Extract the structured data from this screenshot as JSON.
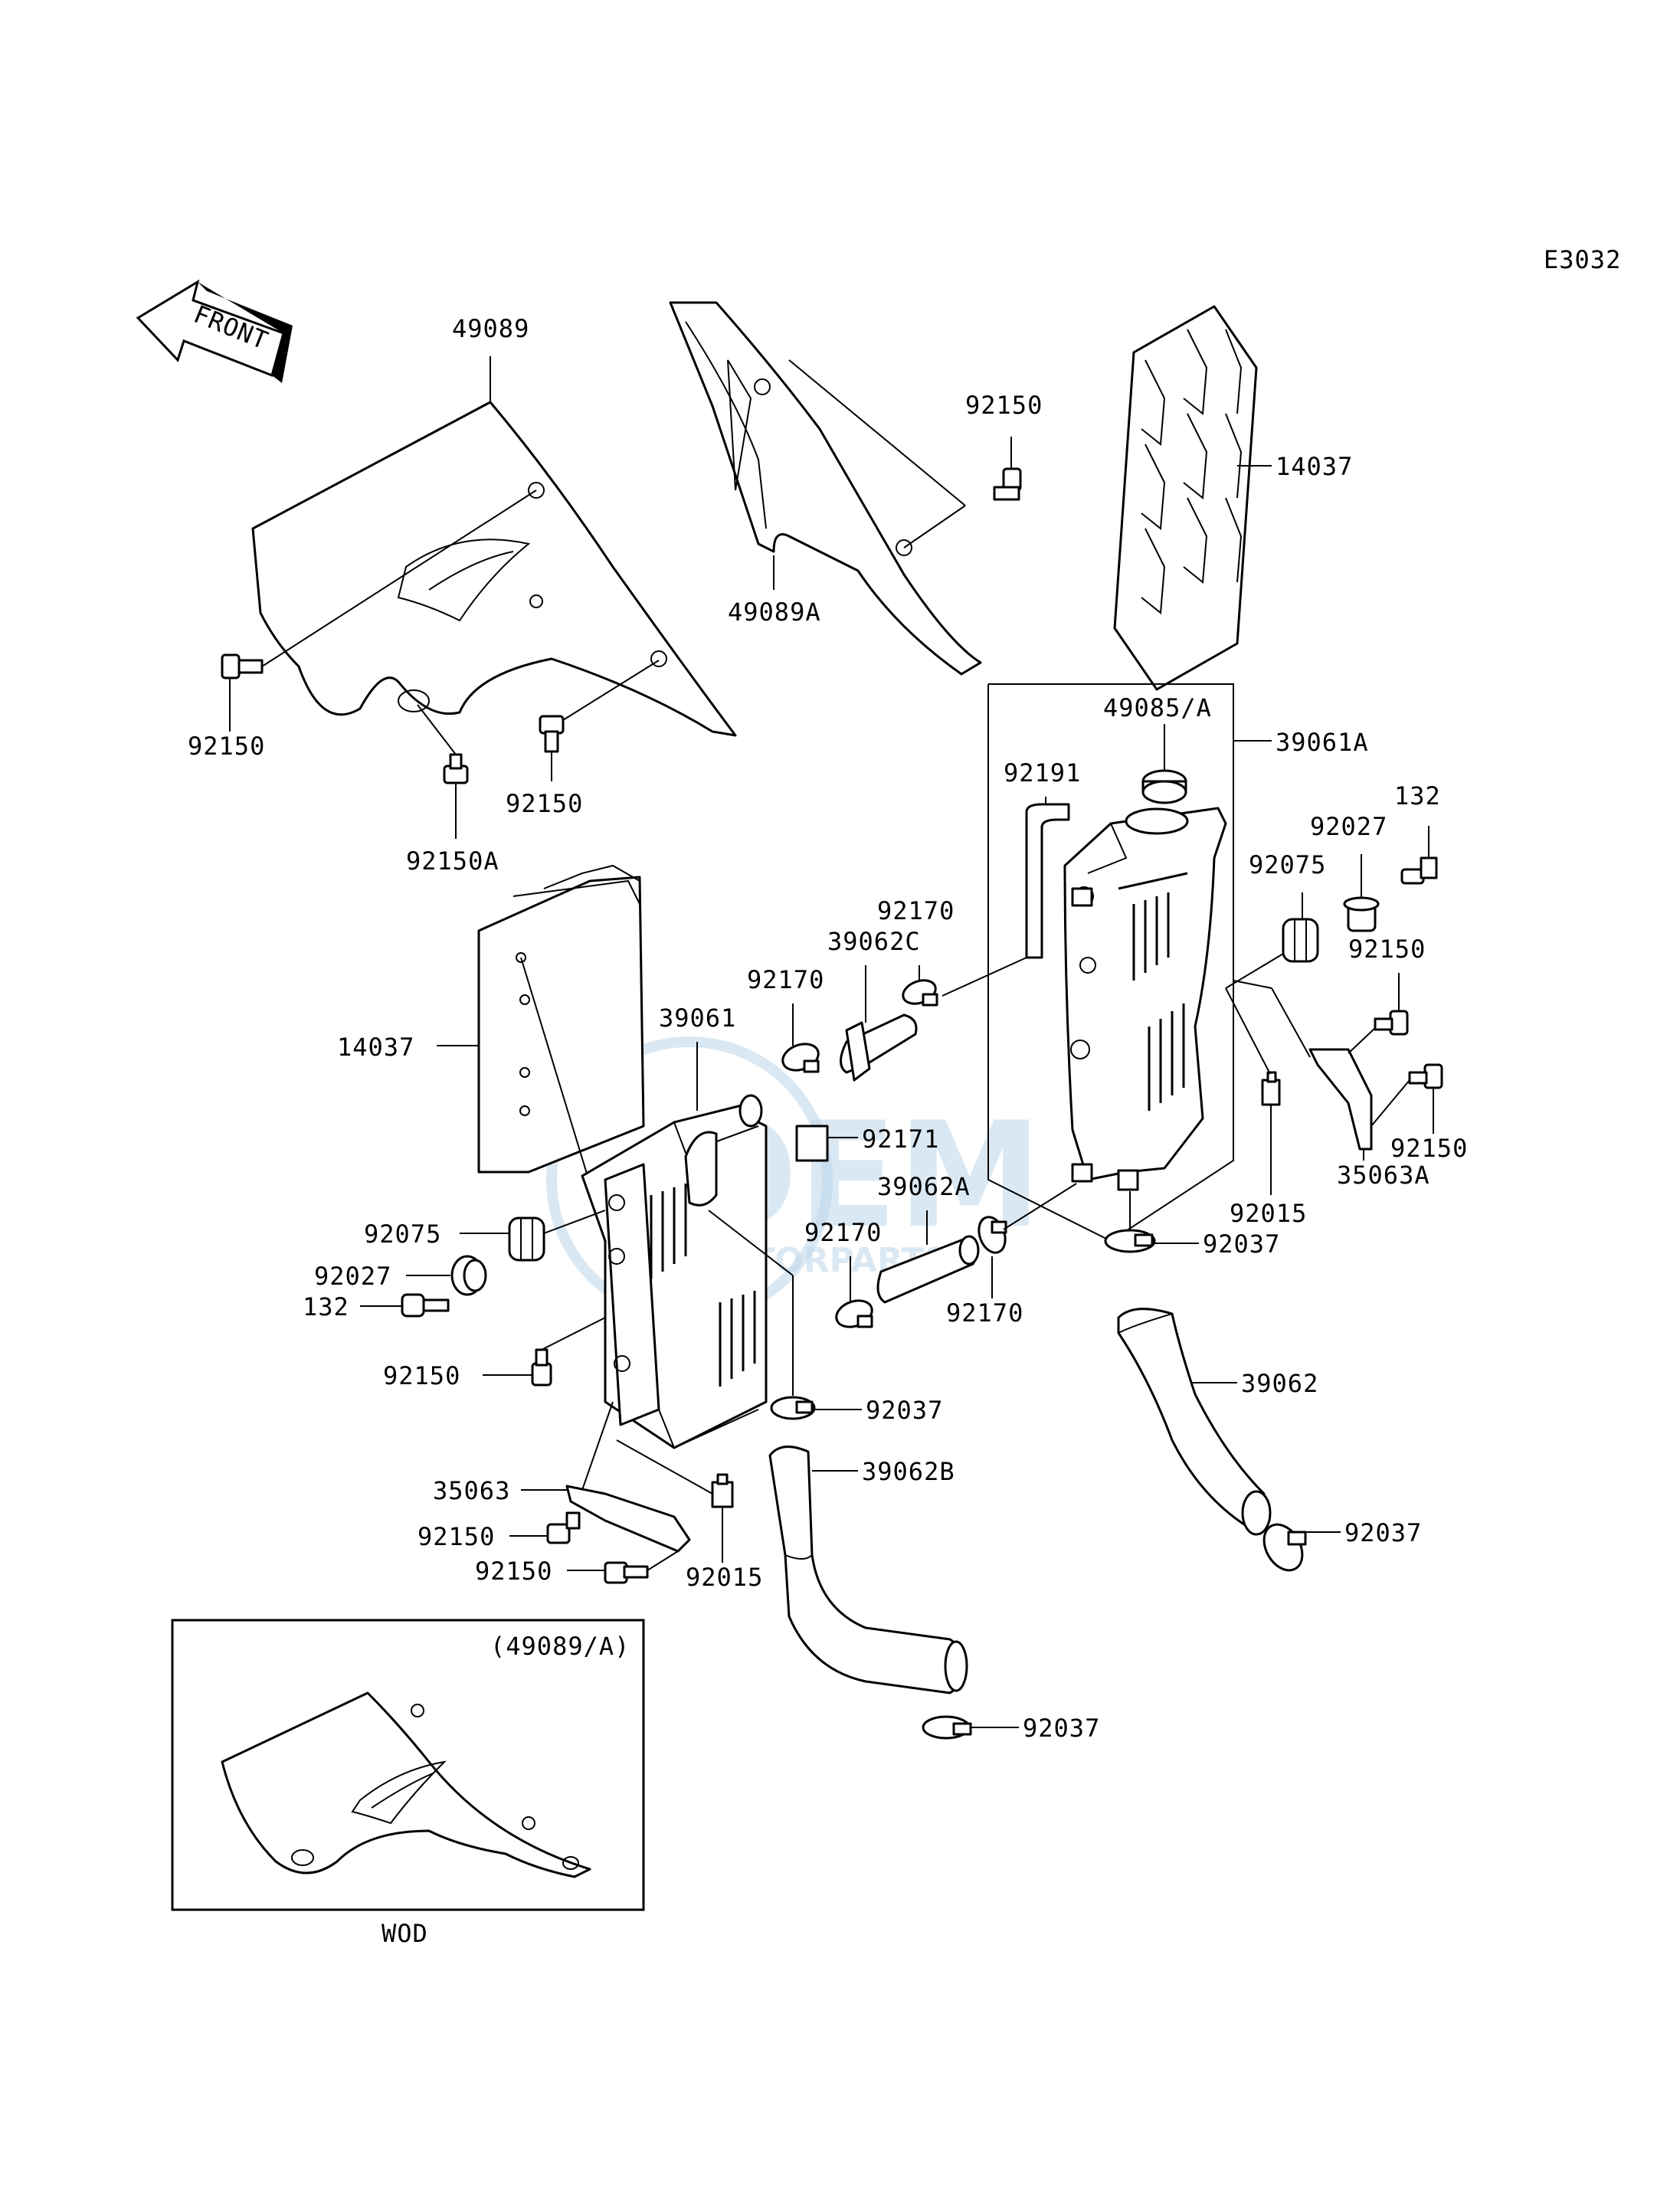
{
  "diagram_code": "E3032",
  "front_arrow_label": "FRONT",
  "watermark": {
    "brand": "OEM",
    "sub": "MOTORPARTS"
  },
  "inset": {
    "header": "(49089/A)",
    "caption": "WOD"
  },
  "labels": {
    "l49089": "49089",
    "l49089A": "49089A",
    "l92150_a": "92150",
    "l14037_top": "14037",
    "l92150_b": "92150",
    "l92150_c": "92150",
    "l92150A": "92150A",
    "l49085A": "49085/A",
    "l39061A": "39061A",
    "l92191": "92191",
    "l132_r": "132",
    "l92027_r": "92027",
    "l92075_r": "92075",
    "l92170_a": "92170",
    "l39062C": "39062C",
    "l92170_b": "92170",
    "l92150_d": "92150",
    "l39061": "39061",
    "l14037_left": "14037",
    "l92171": "92171",
    "l92150_e": "92150",
    "l35063A": "35063A",
    "l92015_r": "92015",
    "l39062A": "39062A",
    "l92075_l": "92075",
    "l92170_c": "92170",
    "l92027_l": "92027",
    "l92037_a": "92037",
    "l132_l": "132",
    "l92170_d": "92170",
    "l92150_f": "92150",
    "l39062": "39062",
    "l92037_b": "92037",
    "l35063": "35063",
    "l39062B": "39062B",
    "l92150_g": "92150",
    "l92037_c": "92037",
    "l92150_h": "92150",
    "l92015_l": "92015",
    "l92037_d": "92037"
  }
}
